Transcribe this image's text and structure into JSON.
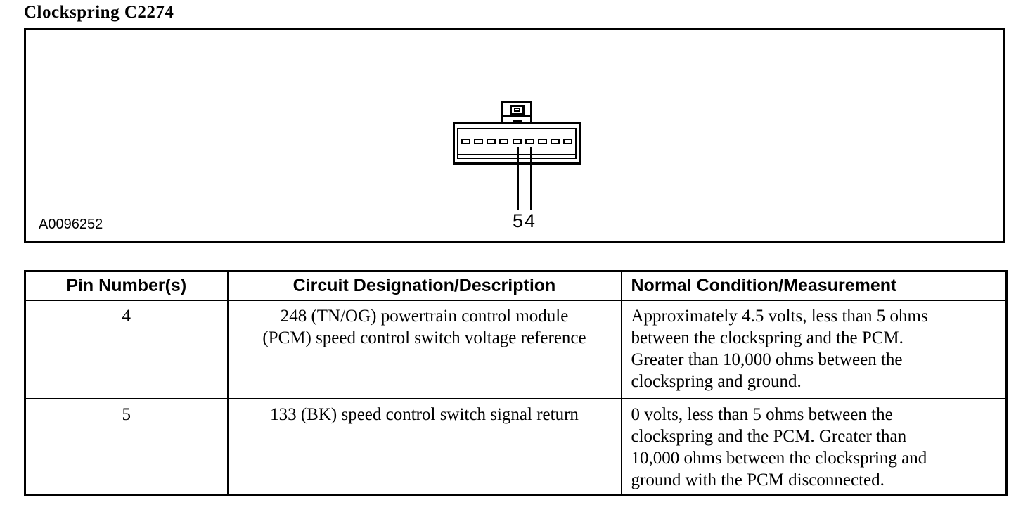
{
  "page": {
    "title": "Clockspring C2274"
  },
  "diagram": {
    "figure_id": "A0096252",
    "lead_labels": "54",
    "connector": {
      "pin_slot_count": 9,
      "highlighted_pins": [
        "5",
        "4"
      ]
    }
  },
  "table": {
    "headers": {
      "pin": "Pin Number(s)",
      "circuit": "Circuit Designation/Description",
      "condition": "Normal Condition/Measurement"
    },
    "rows": [
      {
        "pin": "4",
        "circuit": [
          "248 (TN/OG) powertrain control module",
          "(PCM) speed control switch voltage reference"
        ],
        "condition": [
          "Approximately 4.5 volts, less than 5 ohms",
          "between the clockspring and the PCM.",
          "Greater than 10,000 ohms between the",
          "clockspring and ground."
        ]
      },
      {
        "pin": "5",
        "circuit": [
          "133 (BK) speed control switch signal return"
        ],
        "condition": [
          "0 volts, less than 5 ohms between the",
          "clockspring and the PCM. Greater than",
          "10,000 ohms between the clockspring and",
          "ground with the PCM disconnected."
        ]
      }
    ]
  },
  "colors": {
    "ink": "#000000",
    "paper": "#ffffff"
  }
}
